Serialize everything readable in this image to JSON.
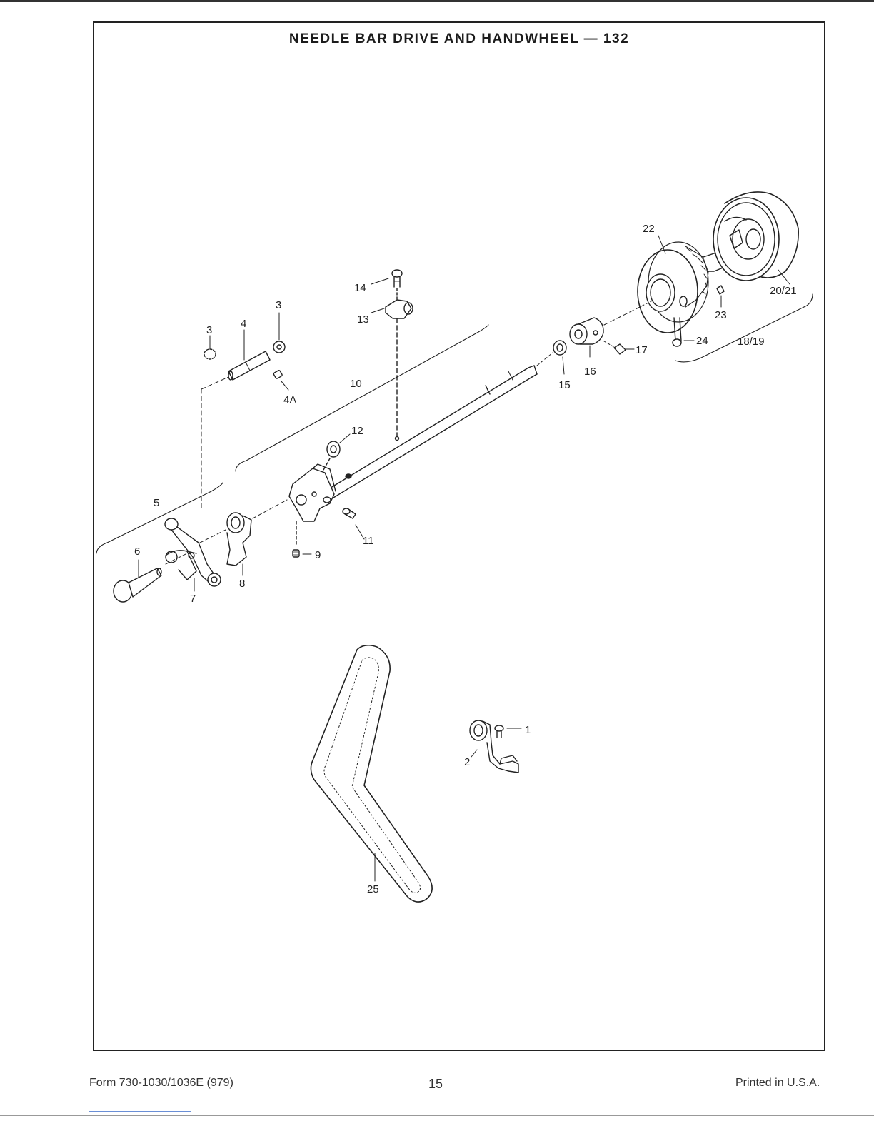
{
  "title": "NEEDLE BAR DRIVE AND HANDWHEEL — 132",
  "parts": [
    {
      "id": "p1",
      "label": "1"
    },
    {
      "id": "p2",
      "label": "2"
    },
    {
      "id": "p3a",
      "label": "3"
    },
    {
      "id": "p3b",
      "label": "3"
    },
    {
      "id": "p4",
      "label": "4"
    },
    {
      "id": "p4a",
      "label": "4A"
    },
    {
      "id": "p5",
      "label": "5"
    },
    {
      "id": "p6",
      "label": "6"
    },
    {
      "id": "p7",
      "label": "7"
    },
    {
      "id": "p8",
      "label": "8"
    },
    {
      "id": "p9",
      "label": "9"
    },
    {
      "id": "p10",
      "label": "10"
    },
    {
      "id": "p11",
      "label": "11"
    },
    {
      "id": "p12",
      "label": "12"
    },
    {
      "id": "p13",
      "label": "13"
    },
    {
      "id": "p14",
      "label": "14"
    },
    {
      "id": "p15",
      "label": "15"
    },
    {
      "id": "p16",
      "label": "16"
    },
    {
      "id": "p17",
      "label": "17"
    },
    {
      "id": "p1819",
      "label": "18/19"
    },
    {
      "id": "p2021",
      "label": "20/21"
    },
    {
      "id": "p22",
      "label": "22"
    },
    {
      "id": "p23",
      "label": "23"
    },
    {
      "id": "p24",
      "label": "24"
    },
    {
      "id": "p25",
      "label": "25"
    }
  ],
  "footer": {
    "form_number": "Form 730-1030/1036E (979)",
    "page_number": "15",
    "printed": "Printed in U.S.A."
  }
}
